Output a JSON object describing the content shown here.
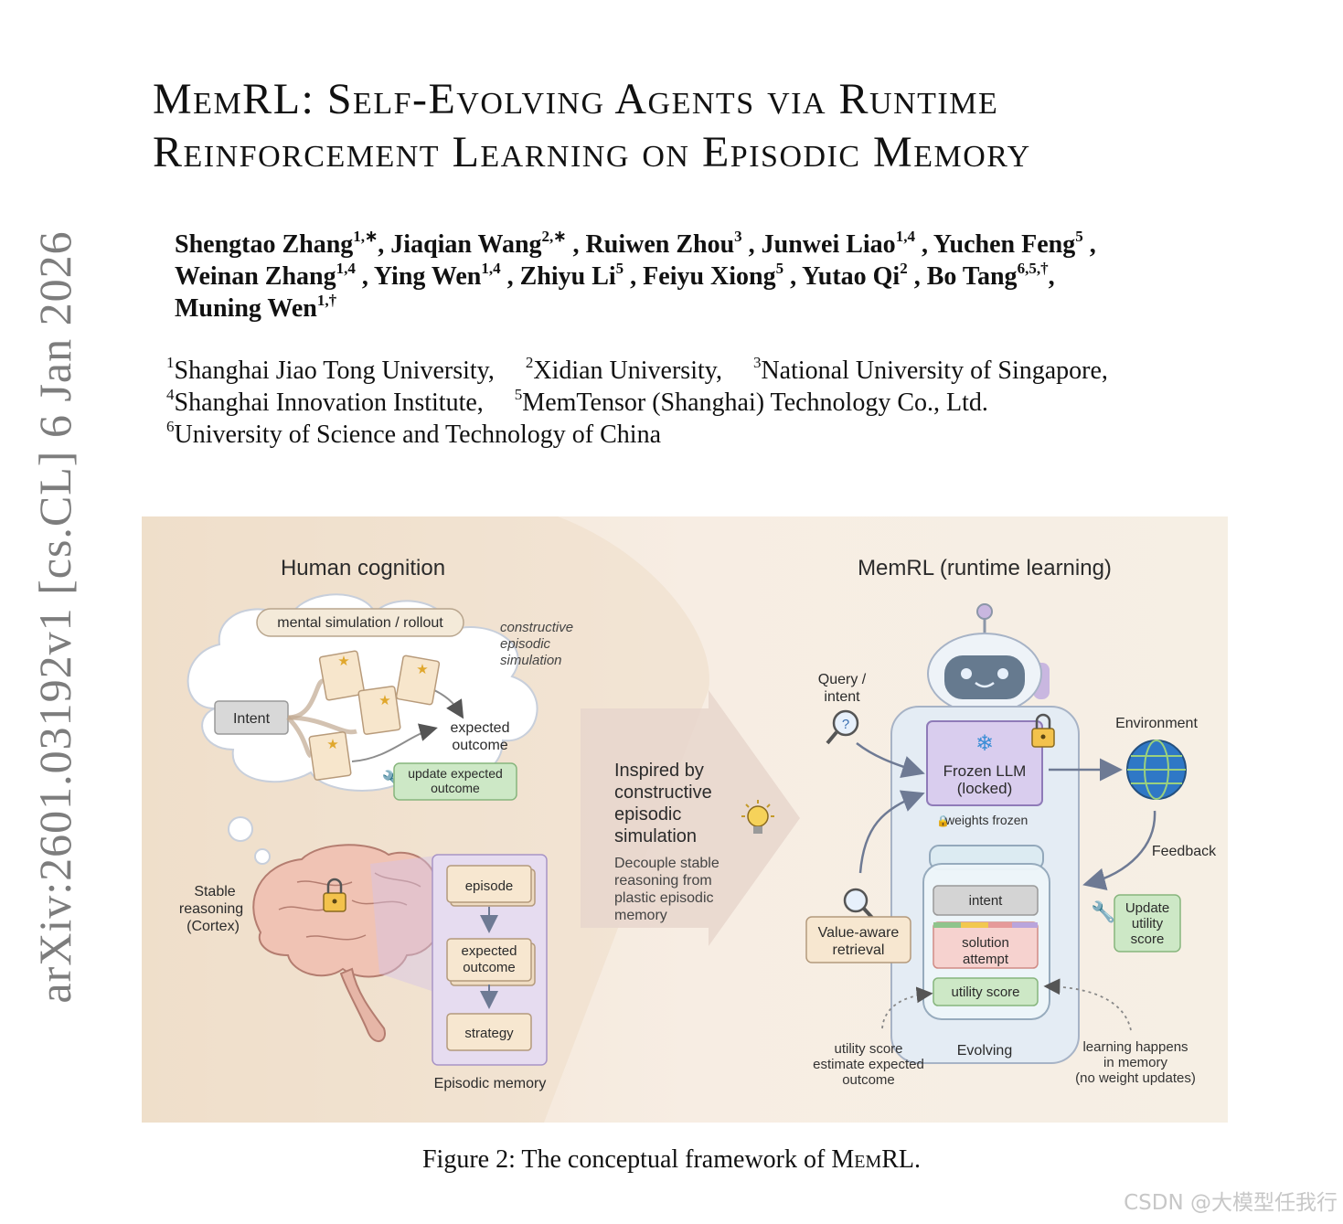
{
  "arxiv_id": "arXiv:2601.03192v1  [cs.CL]  6 Jan 2026",
  "title": {
    "line1": "MemRL: Self-Evolving Agents via Runtime",
    "line2": "Reinforcement Learning on Episodic Memory"
  },
  "authors": [
    {
      "name": "Shengtao Zhang",
      "sup": "1,∗",
      "sep": ", "
    },
    {
      "name": "Jiaqian Wang",
      "sup": "2,∗",
      "sep": " , "
    },
    {
      "name": "Ruiwen Zhou",
      "sup": "3",
      "sep": " , "
    },
    {
      "name": "Junwei Liao",
      "sup": "1,4",
      "sep": " , "
    },
    {
      "name": "Yuchen Feng",
      "sup": "5",
      "sep": " ,"
    },
    {
      "name": "Weinan Zhang",
      "sup": "1,4",
      "sep": " , "
    },
    {
      "name": "Ying Wen",
      "sup": "1,4",
      "sep": " , "
    },
    {
      "name": "Zhiyu Li",
      "sup": "5",
      "sep": " , "
    },
    {
      "name": "Feiyu Xiong",
      "sup": "5",
      "sep": " , "
    },
    {
      "name": "Yutao Qi",
      "sup": "2",
      "sep": " , "
    },
    {
      "name": "Bo Tang",
      "sup": "6,5,†",
      "sep": ","
    },
    {
      "name": "Muning Wen",
      "sup": "1,†",
      "sep": ""
    }
  ],
  "affiliations": [
    {
      "sup": "1",
      "name": "Shanghai Jiao Tong University,"
    },
    {
      "sup": "2",
      "name": "Xidian University,"
    },
    {
      "sup": "3",
      "name": "National University of Singapore,"
    },
    {
      "sup": "4",
      "name": "Shanghai Innovation Institute,"
    },
    {
      "sup": "5",
      "name": "MemTensor (Shanghai) Technology Co., Ltd."
    },
    {
      "sup": "6",
      "name": "University of Science and Technology of China"
    }
  ],
  "figure": {
    "left_title": "Human cognition",
    "right_title": "MemRL (runtime learning)",
    "mental_simulation": "mental simulation / rollout",
    "constructive_line1": "constructive",
    "constructive_line2": "episodic",
    "constructive_line3": "simulation",
    "intent_box": "Intent",
    "expected_outcome_line1": "expected",
    "expected_outcome_line2": "outcome",
    "update_expected_line1": "update expected",
    "update_expected_line2": "outcome",
    "stable_line1": "Stable",
    "stable_line2": "reasoning",
    "stable_line3": "(Cortex)",
    "episode": "episode",
    "expected_box_line1": "expected",
    "expected_box_line2": "outcome",
    "strategy": "strategy",
    "episodic_memory": "Episodic memory",
    "inspired_line1": "Inspired by",
    "inspired_line2": "constructive",
    "inspired_line3": "episodic",
    "inspired_line4": "simulation",
    "decouple_line1": "Decouple stable",
    "decouple_line2": "reasoning from",
    "decouple_line3": "plastic episodic",
    "decouple_line4": "memory",
    "query_line1": "Query /",
    "query_line2": "intent",
    "frozen_line1": "Frozen LLM",
    "frozen_line2": "(locked)",
    "weights_frozen": "weights frozen",
    "environment": "Environment",
    "feedback": "Feedback",
    "update_utility_line1": "Update",
    "update_utility_line2": "utility",
    "update_utility_line3": "score",
    "value_aware_line1": "Value-aware",
    "value_aware_line2": "retrieval",
    "mem_intent": "intent",
    "mem_solution_line1": "solution",
    "mem_solution_line2": "attempt",
    "mem_utility": "utility score",
    "evolving": "Evolving",
    "utility_note_line1": "utility score",
    "utility_note_line2": "estimate expected",
    "utility_note_line3": "outcome",
    "learning_note_line1": "learning happens",
    "learning_note_line2": "in memory",
    "learning_note_line3": "(no weight updates)"
  },
  "caption": {
    "prefix": "Figure 2: The conceptual framework of ",
    "name": "MemRL",
    "suffix": "."
  },
  "watermark": "CSDN @大模型任我行",
  "colors": {
    "figure_bg": "#f5ecdf",
    "arrow_band": "#eadbd2",
    "robot_body": "#e4ecf4",
    "frozen_box": "#d9cdee",
    "green_box": "#cdebc8",
    "pink_box": "#f6d2cf"
  }
}
